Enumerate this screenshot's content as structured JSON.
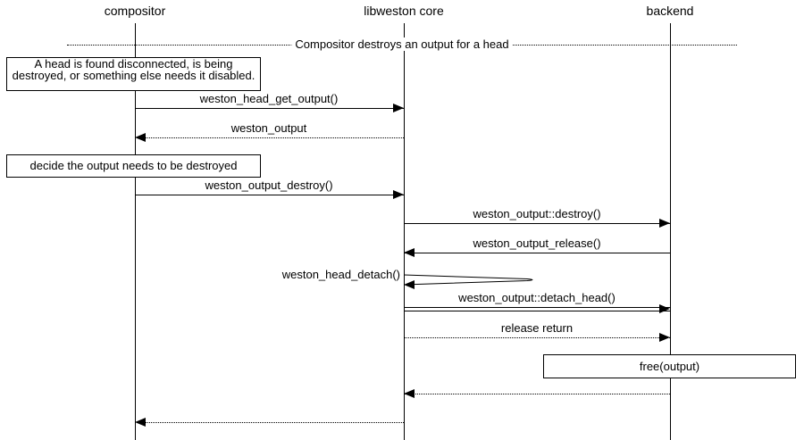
{
  "diagram": {
    "kind": "sequence-diagram",
    "divider_label": "Compositor destroys an output for a head",
    "actors": [
      {
        "name": "compositor"
      },
      {
        "name": "libweston core"
      },
      {
        "name": "backend"
      }
    ],
    "notes": [
      {
        "text": "A head is found disconnected, is being destroyed, or something else needs it disabled.",
        "over": "compositor"
      },
      {
        "text": "decide the output needs to be destroyed",
        "over": "compositor"
      },
      {
        "text": "free(output)",
        "over": "backend"
      }
    ],
    "messages": [
      {
        "label": "weston_head_get_output()",
        "from": "compositor",
        "to": "libweston core",
        "style": "solid"
      },
      {
        "label": "weston_output",
        "from": "libweston core",
        "to": "compositor",
        "style": "dotted"
      },
      {
        "label": "weston_output_destroy()",
        "from": "compositor",
        "to": "libweston core",
        "style": "solid"
      },
      {
        "label": "weston_output::destroy()",
        "from": "libweston core",
        "to": "backend",
        "style": "solid"
      },
      {
        "label": "weston_output_release()",
        "from": "backend",
        "to": "libweston core",
        "style": "solid"
      },
      {
        "label": "weston_head_detach()",
        "from": "libweston core",
        "to": "libweston core",
        "style": "self"
      },
      {
        "label": "weston_output::detach_head()",
        "from": "libweston core",
        "to": "backend",
        "style": "double-solid"
      },
      {
        "label": "release return",
        "from": "libweston core",
        "to": "backend",
        "style": "dotted"
      },
      {
        "label": "",
        "from": "backend",
        "to": "libweston core",
        "style": "dotted"
      },
      {
        "label": "",
        "from": "libweston core",
        "to": "compositor",
        "style": "dotted"
      }
    ],
    "colors": {
      "line": "#000000",
      "background": "#ffffff"
    }
  }
}
